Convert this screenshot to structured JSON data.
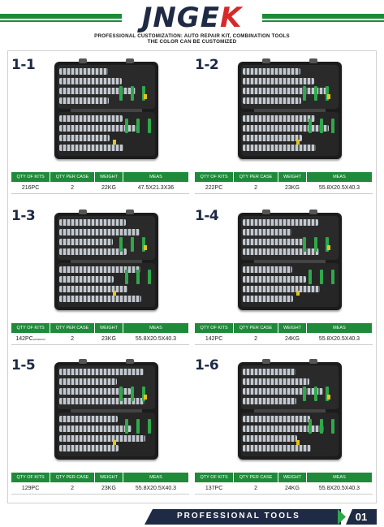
{
  "header": {
    "logo_main": "JNGE",
    "logo_accent": "K",
    "subtitle_1": "PROFESSIONAL CUSTOMIZATION: AUTO REPAIR KIT, COMBINATION TOOLS",
    "subtitle_2": "THE COLOR CAN BE CUSTOMIZED"
  },
  "columns": {
    "qty_kits": "QTY OF KITS",
    "qty_case": "QTY PER CASE",
    "weight": "WEIGHT",
    "meas": "MEAS"
  },
  "products": [
    {
      "label": "1-1",
      "qty": "216PC",
      "qty_note": "",
      "per_case": "2",
      "weight": "22KG",
      "meas": "47.5X21.3X36"
    },
    {
      "label": "1-2",
      "qty": "222PC",
      "qty_note": "",
      "per_case": "2",
      "weight": "23KG",
      "meas": "55.8X20.5X40.3"
    },
    {
      "label": "1-3",
      "qty": "142PC",
      "qty_note": "(GS&MUX)",
      "per_case": "2",
      "weight": "23KG",
      "meas": "55.8X20.5X40.3"
    },
    {
      "label": "1-4",
      "qty": "142PC",
      "qty_note": "",
      "per_case": "2",
      "weight": "24KG",
      "meas": "55.8X20.5X40.3"
    },
    {
      "label": "1-5",
      "qty": "129PC",
      "qty_note": "",
      "per_case": "2",
      "weight": "23KG",
      "meas": "55.8X20.5X40.3"
    },
    {
      "label": "1-6",
      "qty": "137PC",
      "qty_note": "",
      "per_case": "2",
      "weight": "24KG",
      "meas": "55.8X20.5X40.3"
    }
  ],
  "footer": {
    "text": "PROFESSIONAL TOOLS",
    "page": "01"
  },
  "colors": {
    "brand_green": "#1f8a3a",
    "brand_navy": "#1f2a44",
    "accent_red": "#d52a2a"
  }
}
